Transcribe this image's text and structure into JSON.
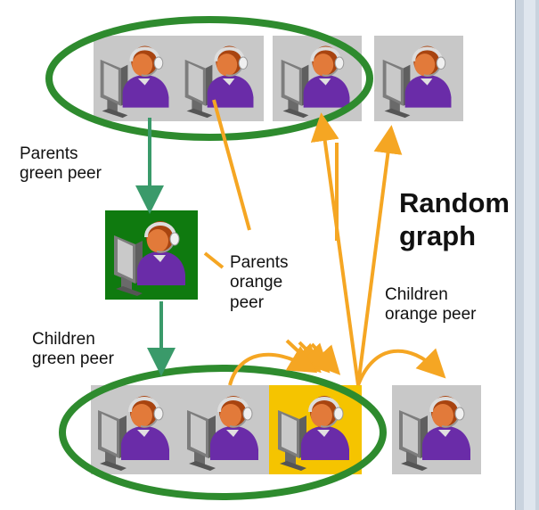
{
  "labels": {
    "parents_green": "Parents\ngreen peer",
    "children_green": "Children\ngreen peer",
    "parents_orange": "Parents\norange\npeer",
    "random_graph": "Random\ngraph",
    "children_orange": "Children\norange peer"
  },
  "colors": {
    "ellipse": "#2e8b2e",
    "green_arrow": "#3a9a6a",
    "orange": "#f5a623",
    "green_peer_bg": "#0f7a0f",
    "orange_peer_bg": "#f5c400",
    "gray_peer_bg": "#c8c8c8"
  },
  "icons": {
    "peer": "user-with-headset-and-monitor-icon"
  }
}
